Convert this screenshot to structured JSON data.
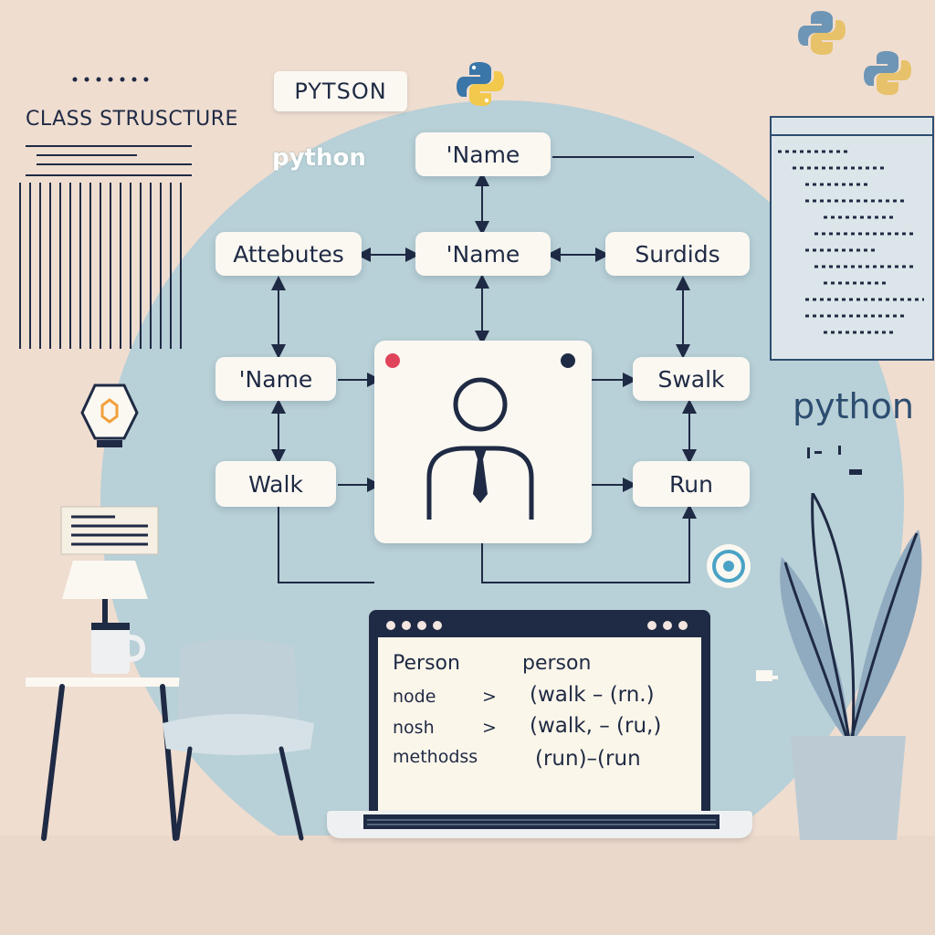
{
  "header": {
    "pytson_label": "PYTSON",
    "class_structure_title": "CLASS STRUSCTURE",
    "python_float_label": "python",
    "python_side_label": "python"
  },
  "diagram": {
    "top_node": "'Name",
    "middle_node": "'Name",
    "attributes_node": "Attebutes",
    "surdids_node": "Surdids",
    "left_name_node": "'Name",
    "left_walk_node": "Walk",
    "right_walk_node": "Swalk",
    "right_run_node": "Run"
  },
  "laptop": {
    "col1_header": "Person",
    "col2_header": "person",
    "row1_left": "node",
    "row1_arrow": ">",
    "row1_right": "(walk – (rn.)",
    "row2_left": "nosh",
    "row2_arrow": ">",
    "row2_right": "(walk, – (ru,)",
    "row3_left": "methodss",
    "row3_right": "(run)–(run"
  },
  "colors": {
    "background": "#efddd0",
    "circle": "#b8d0d7",
    "card": "#fbf8f2",
    "ink": "#1f2a44",
    "python_blue": "#3a76a8",
    "python_yellow": "#f2c94c",
    "record_red": "#e0445a"
  },
  "icons": [
    "python-logo-icon",
    "person-icon",
    "gear-hex-icon",
    "target-icon",
    "lamp-icon",
    "mug-icon",
    "chair-icon",
    "plant-icon"
  ]
}
